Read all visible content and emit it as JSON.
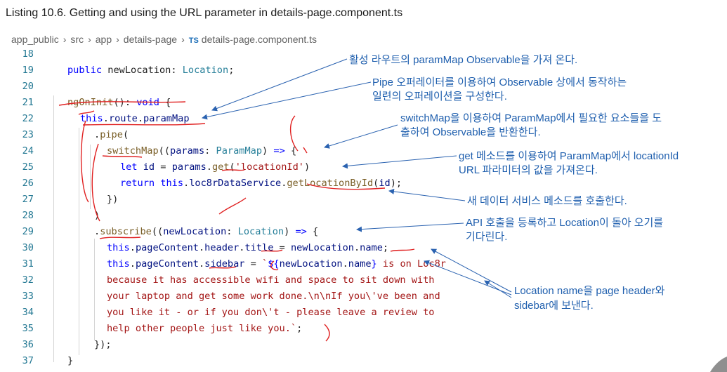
{
  "title": "Listing 10.6. Getting and using the URL parameter in details-page.component.ts",
  "breadcrumb": {
    "parts": [
      "app_public",
      "src",
      "app",
      "details-page"
    ],
    "ts_badge": "TS",
    "file": "details-page.component.ts"
  },
  "code_lines": [
    {
      "num": "18",
      "indent": 0,
      "tokens": []
    },
    {
      "num": "19",
      "indent": 1,
      "tokens": [
        [
          "kw",
          "public "
        ],
        [
          "pl",
          "newLocation: "
        ],
        [
          "ty",
          "Location"
        ],
        [
          "pl",
          ";"
        ]
      ]
    },
    {
      "num": "20",
      "indent": 0,
      "tokens": []
    },
    {
      "num": "21",
      "indent": 1,
      "tokens": [
        [
          "fn",
          "ngOnInit"
        ],
        [
          "pl",
          "(): "
        ],
        [
          "kw",
          "void"
        ],
        [
          "pl",
          " {"
        ]
      ]
    },
    {
      "num": "22",
      "indent": 2,
      "tokens": [
        [
          "kw",
          "this"
        ],
        [
          "pl",
          "."
        ],
        [
          "vr",
          "route"
        ],
        [
          "pl",
          "."
        ],
        [
          "vr",
          "paramMap"
        ]
      ]
    },
    {
      "num": "23",
      "indent": 3,
      "tokens": [
        [
          "pl",
          "."
        ],
        [
          "fn",
          "pipe"
        ],
        [
          "pl",
          "("
        ]
      ]
    },
    {
      "num": "24",
      "indent": 4,
      "tokens": [
        [
          "fn",
          "switchMap"
        ],
        [
          "pl",
          "(("
        ],
        [
          "vr",
          "params"
        ],
        [
          "pl",
          ": "
        ],
        [
          "ty",
          "ParamMap"
        ],
        [
          "pl",
          ") "
        ],
        [
          "kw",
          "=>"
        ],
        [
          "pl",
          " {"
        ]
      ]
    },
    {
      "num": "25",
      "indent": 5,
      "tokens": [
        [
          "kw",
          "let "
        ],
        [
          "vr",
          "id"
        ],
        [
          "pl",
          " = "
        ],
        [
          "vr",
          "params"
        ],
        [
          "pl",
          "."
        ],
        [
          "fn",
          "get"
        ],
        [
          "pl",
          "("
        ],
        [
          "st",
          "'locationId'"
        ],
        [
          "pl",
          ")"
        ]
      ]
    },
    {
      "num": "26",
      "indent": 5,
      "tokens": [
        [
          "kw",
          "return "
        ],
        [
          "kw",
          "this"
        ],
        [
          "pl",
          "."
        ],
        [
          "vr",
          "loc8rDataService"
        ],
        [
          "pl",
          "."
        ],
        [
          "fn",
          "getLocationById"
        ],
        [
          "pl",
          "("
        ],
        [
          "vr",
          "id"
        ],
        [
          "pl",
          ");"
        ]
      ]
    },
    {
      "num": "27",
      "indent": 4,
      "tokens": [
        [
          "pl",
          "})"
        ]
      ]
    },
    {
      "num": "28",
      "indent": 3,
      "tokens": [
        [
          "pl",
          ")"
        ]
      ]
    },
    {
      "num": "29",
      "indent": 3,
      "tokens": [
        [
          "pl",
          "."
        ],
        [
          "fn",
          "subscribe"
        ],
        [
          "pl",
          "(("
        ],
        [
          "vr",
          "newLocation"
        ],
        [
          "pl",
          ": "
        ],
        [
          "ty",
          "Location"
        ],
        [
          "pl",
          ") "
        ],
        [
          "kw",
          "=>"
        ],
        [
          "pl",
          " {"
        ]
      ]
    },
    {
      "num": "30",
      "indent": 4,
      "tokens": [
        [
          "kw",
          "this"
        ],
        [
          "pl",
          "."
        ],
        [
          "vr",
          "pageContent"
        ],
        [
          "pl",
          "."
        ],
        [
          "vr",
          "header"
        ],
        [
          "pl",
          "."
        ],
        [
          "vr",
          "title"
        ],
        [
          "pl",
          " = "
        ],
        [
          "vr",
          "newLocation"
        ],
        [
          "pl",
          "."
        ],
        [
          "vr",
          "name"
        ],
        [
          "pl",
          ";"
        ]
      ]
    },
    {
      "num": "31",
      "indent": 4,
      "tokens": [
        [
          "kw",
          "this"
        ],
        [
          "pl",
          "."
        ],
        [
          "vr",
          "pageContent"
        ],
        [
          "pl",
          "."
        ],
        [
          "vr",
          "sidebar"
        ],
        [
          "pl",
          " = "
        ],
        [
          "st",
          "`"
        ],
        [
          "kw",
          "${"
        ],
        [
          "vr",
          "newLocation"
        ],
        [
          "pl",
          "."
        ],
        [
          "vr",
          "name"
        ],
        [
          "kw",
          "}"
        ],
        [
          "st",
          " is on Loc8r"
        ]
      ]
    },
    {
      "num": "32",
      "indent": 4,
      "tokens": [
        [
          "st",
          "because it has accessible wifi and space to sit down with"
        ]
      ]
    },
    {
      "num": "33",
      "indent": 4,
      "tokens": [
        [
          "st",
          "your laptop and get some work done.\\n\\nIf you\\'ve been and"
        ]
      ]
    },
    {
      "num": "34",
      "indent": 4,
      "tokens": [
        [
          "st",
          "you like it - or if you don\\'t - please leave a review to"
        ]
      ]
    },
    {
      "num": "35",
      "indent": 4,
      "tokens": [
        [
          "st",
          "help other people just like you.`"
        ],
        [
          "pl",
          ";"
        ]
      ]
    },
    {
      "num": "36",
      "indent": 3,
      "tokens": [
        [
          "pl",
          "});"
        ]
      ]
    },
    {
      "num": "37",
      "indent": 1,
      "tokens": [
        [
          "pl",
          "}"
        ]
      ]
    }
  ],
  "annotations": [
    "활성 라우트의 paramMap Observable을 가져 온다.",
    "Pipe 오퍼레이터를 이용하여 Observable 상에서 동작하는",
    "일련의 오퍼레이션을 구성한다.",
    "switchMap을 이용하여 ParamMap에서 필요한 요소들을 도",
    "출하여 Observable을 반환한다.",
    "get 메소드를 이용하여 ParamMap에서 locationId",
    "URL 파라미터의 값을 가져온다.",
    "새 데이터 서비스 메소드를 호출한다.",
    "API 호출을 등록하고 Location이 돌아 오기를",
    "기다린다.",
    "Location name을 page header와",
    "sidebar에 보낸다."
  ],
  "colors": {
    "annotation": "#1f5fae",
    "handwriting": "#e02020",
    "line_number": "#237893",
    "keyword": "#0000ff",
    "string": "#a31515"
  }
}
